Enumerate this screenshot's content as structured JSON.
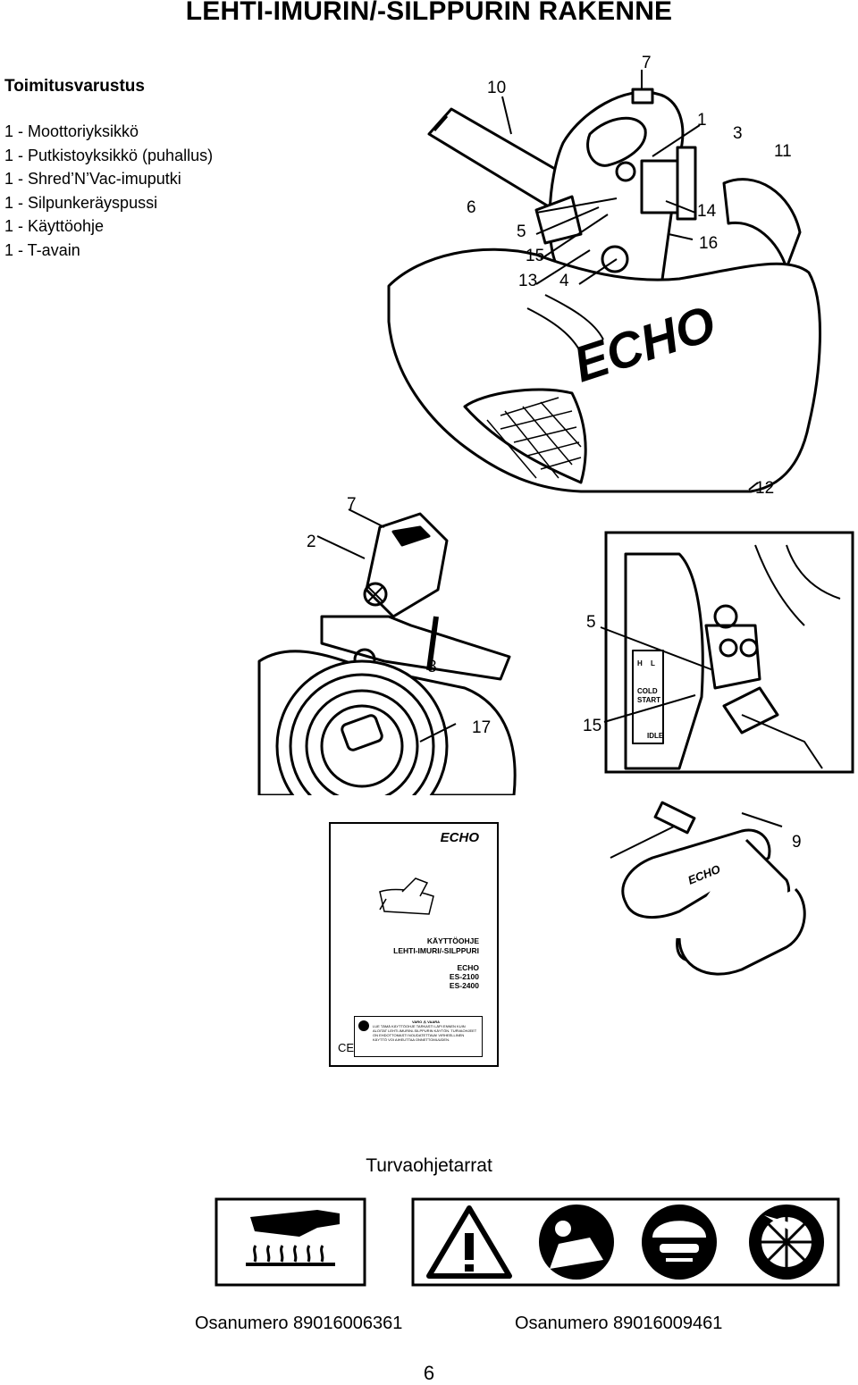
{
  "page": {
    "title": "LEHTI-IMURIN/-SILPPURIN RAKENNE",
    "page_number": "6"
  },
  "supply": {
    "heading": "Toimitusvarustus",
    "items": [
      "1 - Moottoriyksikkö",
      "1 - Putkistoyksikkö (puhallus)",
      "1 - Shred’N’Vac-imuputki",
      "1 - Silpunkeräyspussi",
      "1 - Käyttöohje",
      "1 - T-avain"
    ]
  },
  "diagram_main": {
    "callouts": [
      "10",
      "7",
      "1",
      "3",
      "11",
      "6",
      "14",
      "5",
      "16",
      "15",
      "13",
      "4",
      "12"
    ],
    "brand": "ECHO"
  },
  "diagram_detail_left": {
    "callouts": [
      "7",
      "2",
      "8",
      "17"
    ]
  },
  "diagram_detail_right": {
    "callouts": [
      "5",
      "15"
    ],
    "panel_labels": [
      "H",
      "L",
      "COLD",
      "START",
      "IDLE"
    ]
  },
  "manual_cover": {
    "brand": "ECHO",
    "title_line1": "KÄYTTÖOHJE",
    "title_line2": "LEHTI-IMURI/-SILPPURI",
    "maker": "ECHO",
    "model1": "ES-2100",
    "model2": "ES-2400",
    "warning_title": "VARO ⚠ VAARA",
    "warning_text": "LUE TÄMÄ KÄYTTÖOHJE TARKASTI LÄPI ENNEN KUIN ALOITAT LEHTI-IMURIN/-SILPPURIN KÄYTÖN. TURVAOHJEET ON EHDOTTOMASTI NOUDATETTAVA! VIRHEELLINEN KÄYTTÖ VOI AIHEUTTAA ONNETTOMUUDEN.",
    "ce_mark": "CE"
  },
  "accessories": {
    "callout": "9",
    "brand": "ECHO"
  },
  "safety": {
    "heading": "Turvaohjetarrat",
    "label1_part": "Osanumero 89016006361",
    "label2_part": "Osanumero 89016009461"
  }
}
